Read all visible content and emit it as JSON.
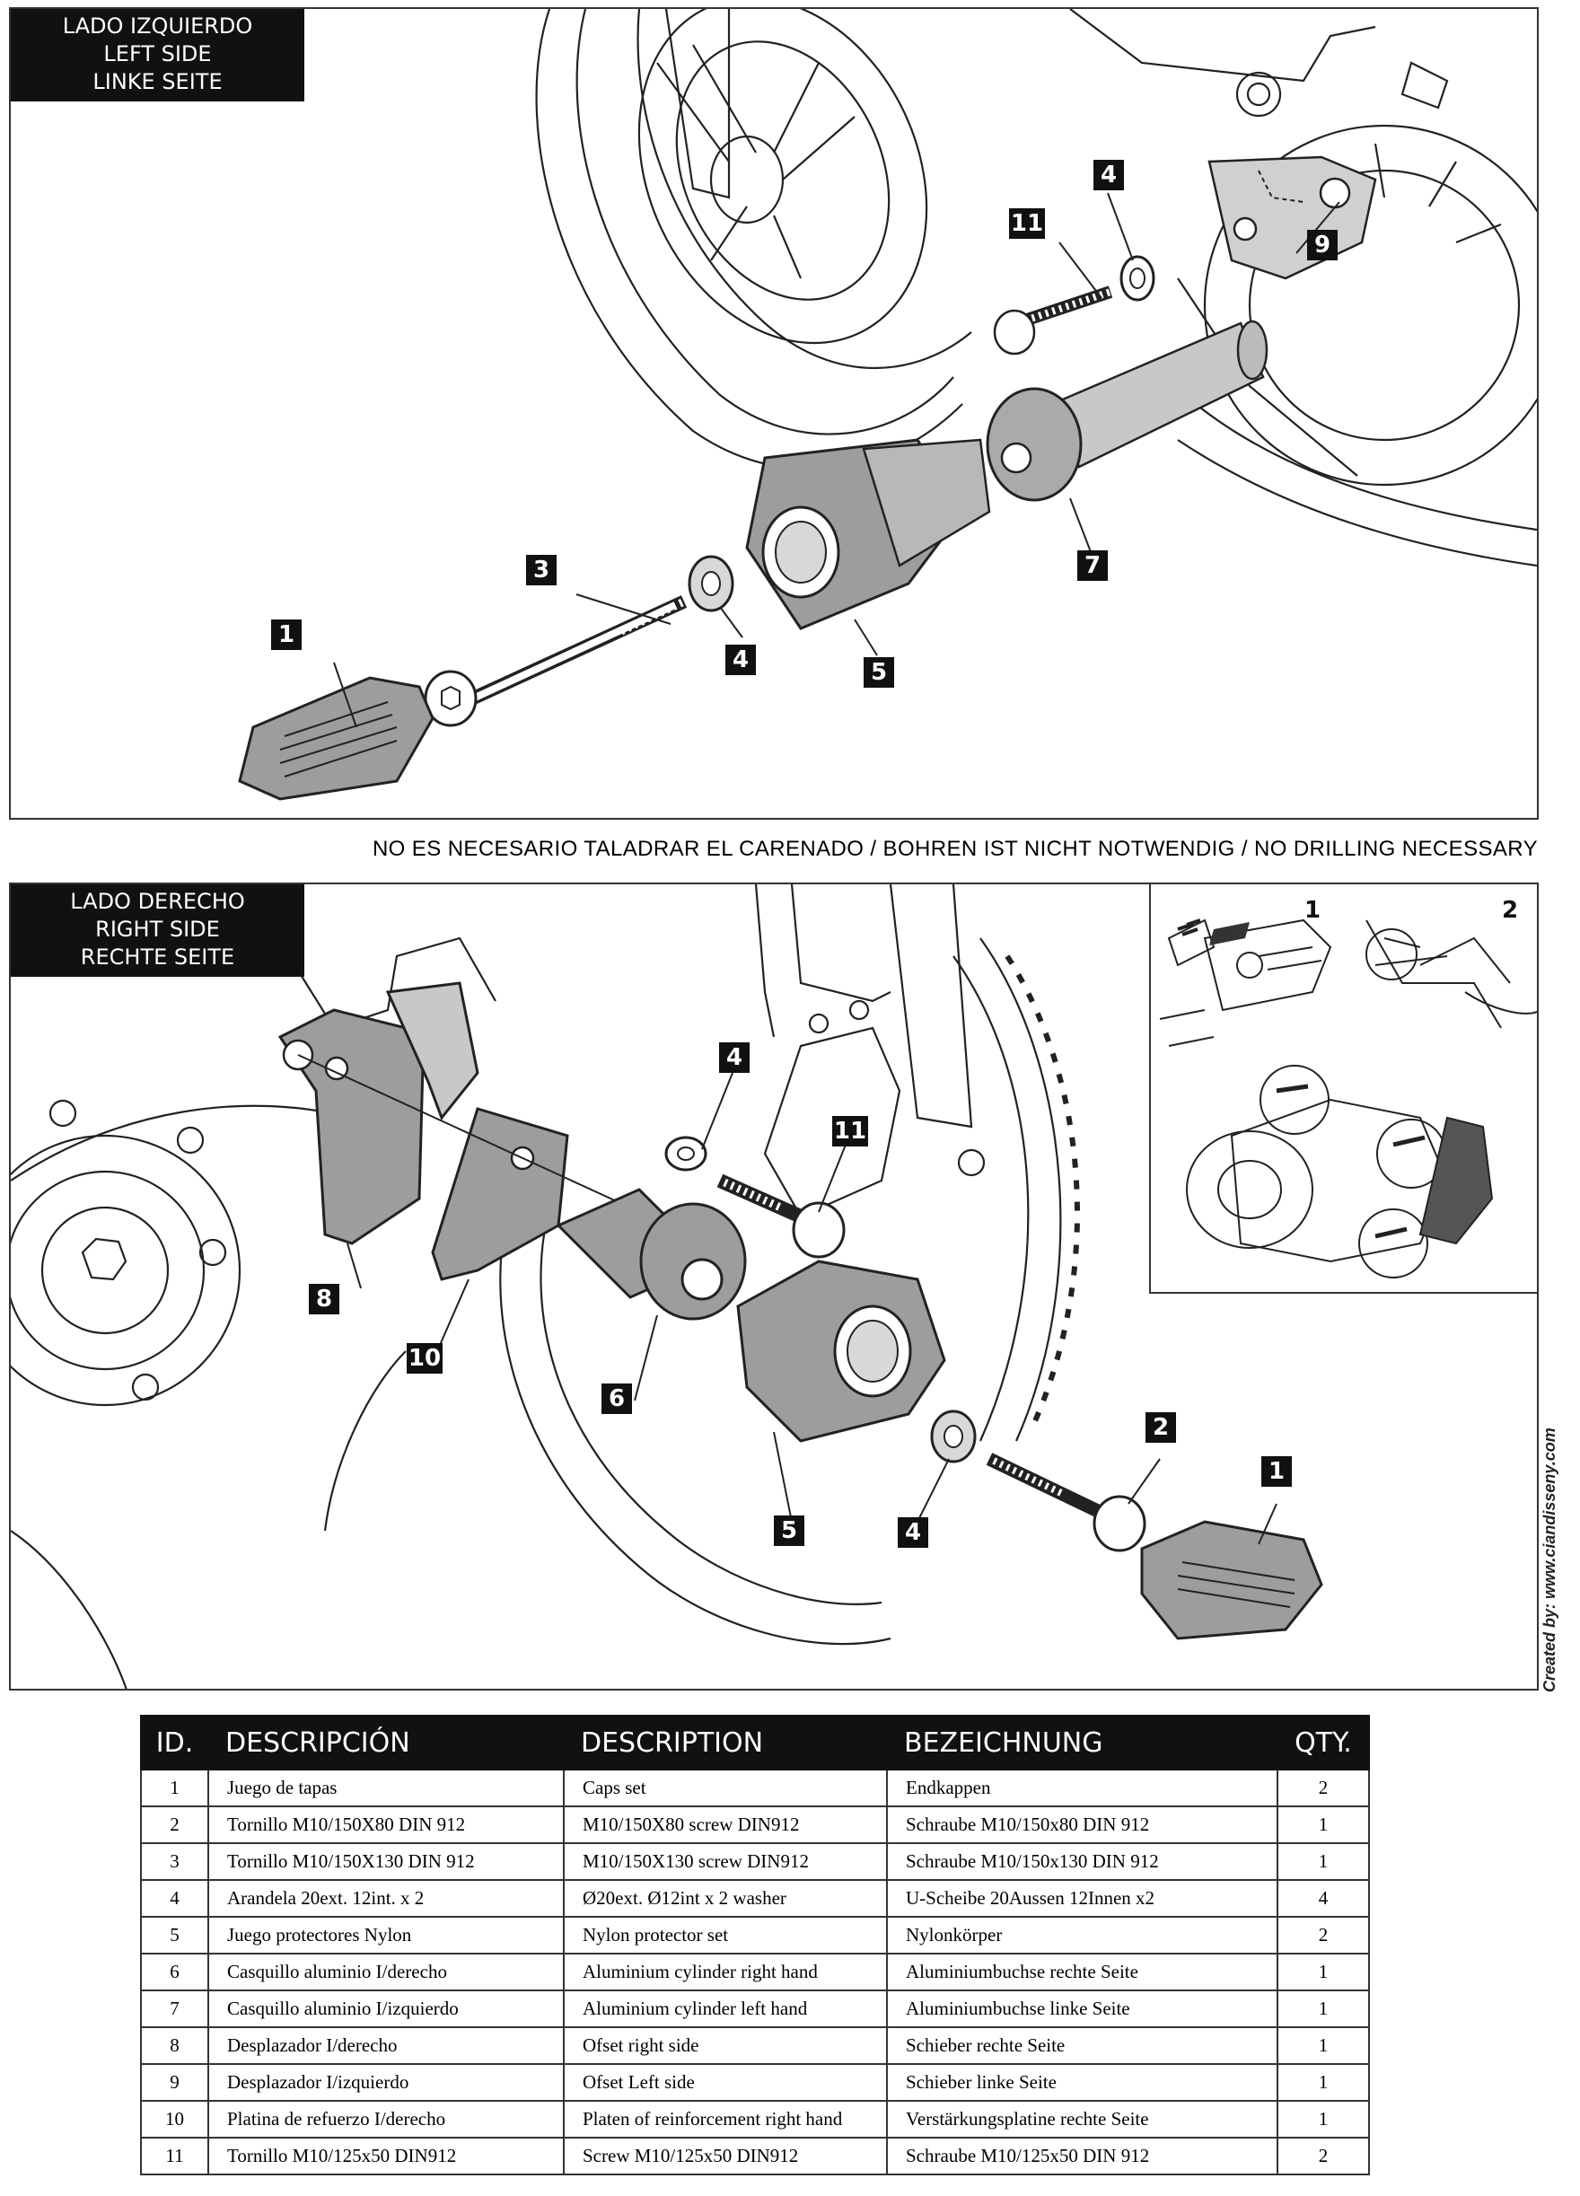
{
  "left_panel": {
    "label_lines": [
      "LADO IZQUIERDO",
      "LEFT SIDE",
      "LINKE SEITE"
    ],
    "callouts": [
      "1",
      "3",
      "4",
      "5",
      "7",
      "11",
      "4",
      "9"
    ]
  },
  "drilling_note": "NO ES NECESARIO TALADRAR EL CARENADO / BOHREN IST NICHT NOTWENDIG / NO DRILLING NECESSARY",
  "right_panel": {
    "label_lines": [
      "LADO DERECHO",
      "RIGHT SIDE",
      "RECHTE SEITE"
    ],
    "callouts": [
      "4",
      "11",
      "8",
      "10",
      "6",
      "5",
      "4",
      "2",
      "1"
    ],
    "inset_steps": [
      "1",
      "2"
    ]
  },
  "credit": "Created by: www.ciandisseny.com",
  "parts_table": {
    "headers": [
      "ID.",
      "DESCRIPCIÓN",
      "DESCRIPTION",
      "BEZEICHNUNG",
      "QTY."
    ],
    "rows": [
      [
        "1",
        "Juego de tapas",
        "Caps set",
        "Endkappen",
        "2"
      ],
      [
        "2",
        "Tornillo M10/150X80 DIN 912",
        "M10/150X80 screw DIN912",
        "Schraube M10/150x80 DIN 912",
        "1"
      ],
      [
        "3",
        "Tornillo M10/150X130 DIN 912",
        "M10/150X130 screw DIN912",
        "Schraube M10/150x130 DIN 912",
        "1"
      ],
      [
        "4",
        "Arandela  20ext. 12int. x 2",
        "Ø20ext. Ø12int x 2 washer",
        "U-Scheibe  20Aussen 12Innen x2",
        "4"
      ],
      [
        "5",
        "Juego protectores Nylon",
        "Nylon protector set",
        "Nylonkörper",
        "2"
      ],
      [
        "6",
        "Casquillo aluminio I/derecho",
        "Aluminium cylinder right hand",
        "Aluminiumbuchse rechte Seite",
        "1"
      ],
      [
        "7",
        "Casquillo aluminio I/izquierdo",
        "Aluminium cylinder left hand",
        "Aluminiumbuchse linke Seite",
        "1"
      ],
      [
        "8",
        "Desplazador I/derecho",
        "Ofset right side",
        " Schieber rechte Seite",
        "1"
      ],
      [
        "9",
        "Desplazador I/izquierdo",
        "Ofset Left side",
        "Schieber linke Seite",
        "1"
      ],
      [
        "10",
        "Platina de refuerzo I/derecho",
        "Platen of reinforcement right hand",
        "Verstärkungsplatine rechte Seite",
        "1"
      ],
      [
        "11",
        "Tornillo M10/125x50 DIN912",
        "Screw M10/125x50 DIN912",
        "Schraube M10/125x50 DIN 912",
        "2"
      ]
    ]
  }
}
